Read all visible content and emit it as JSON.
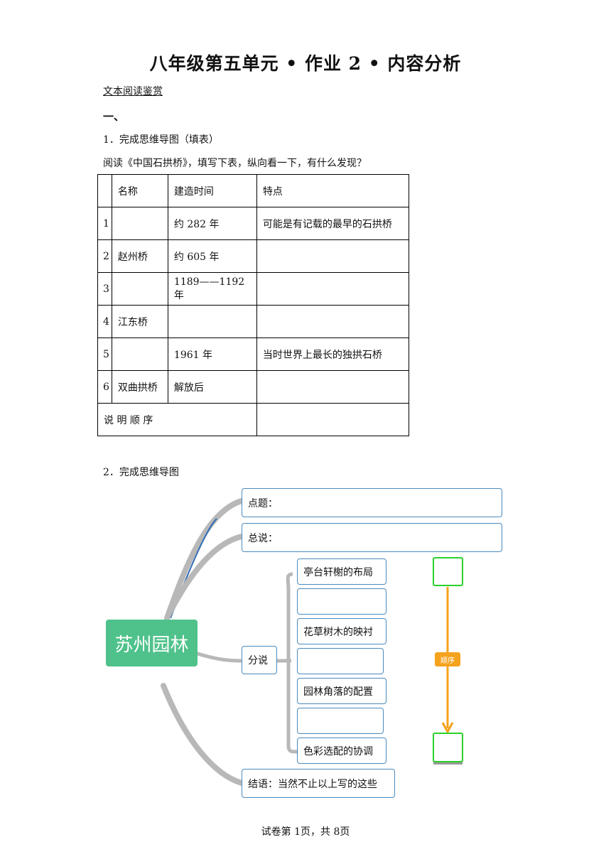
{
  "title": "八年级第五单元 • 作业 2 • 内容分析",
  "subtitle": "文本阅读鉴赏",
  "section": "一、",
  "q1": {
    "label": "1．完成思维导图（填表）",
    "instruction": "阅读《中国石拱桥》，填写下表，纵向看一下，有什么发现？",
    "headers": [
      "",
      "名称",
      "建造时间",
      "特点"
    ],
    "rows": [
      [
        "1",
        "",
        "约 282 年",
        "可能是有记载的最早的石拱桥"
      ],
      [
        "2",
        "赵州桥",
        "约 605 年",
        ""
      ],
      [
        "3",
        "",
        "1189——1192 年",
        ""
      ],
      [
        "4",
        "江东桥",
        "",
        ""
      ],
      [
        "5",
        "",
        "1961 年",
        "当时世界上最长的独拱石桥"
      ],
      [
        "6",
        "双曲拱桥",
        "解放后",
        ""
      ]
    ],
    "footer_label": "说  明  顺  序"
  },
  "q2": {
    "label": "2．完成思维导图",
    "root": "苏州园林",
    "dianti": "点题：",
    "zongshuo": "总说：",
    "fenshuo": "分说",
    "items": [
      "亭台轩榭的布局",
      "",
      "花草树木的映衬",
      "",
      "园林角落的配置",
      "",
      "色彩选配的协调"
    ],
    "jieyu": "结语：当然不止以上写的这些",
    "order_label": "顺序",
    "colors": {
      "root": "#4fc28b",
      "arrow": "#f5a21c",
      "box": "#2ad12a",
      "border": "#4a8bbf"
    }
  },
  "footer": "试卷第 1页，共 8页"
}
